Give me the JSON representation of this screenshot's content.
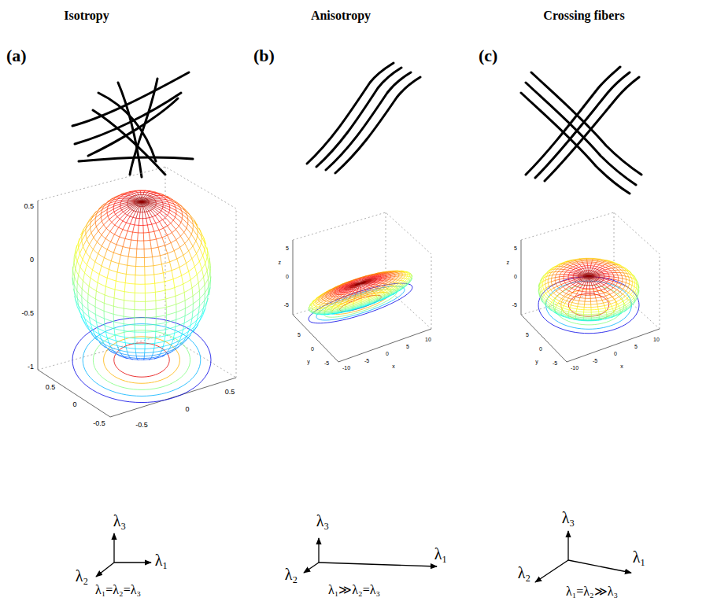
{
  "diagram": {
    "labels": [
      "Isotropy",
      "Anisotropy",
      "Crossing fibers",
      "(a)",
      "(b)",
      "(c)",
      "0.5",
      "0",
      "-0.5",
      "-1",
      "0.5",
      "0",
      "-0.5",
      "-0.5",
      "0",
      "0.5",
      "5",
      "0",
      "-5",
      "5",
      "0",
      "-5",
      "-10",
      "-5",
      "0",
      "5",
      "10",
      "z",
      "y",
      "x",
      "5",
      "0",
      "-5",
      "5",
      "0",
      "-5",
      "-10",
      "-5",
      "0",
      "5",
      "10",
      "z",
      "y",
      "x",
      "λ₃",
      "λ₂",
      "λ₁",
      "λ₁=λ₂=λ₃",
      "λ₃",
      "λ₂",
      "λ₁",
      "λ₁≫λ₂=λ₃",
      "λ₃",
      "λ₂",
      "λ₁",
      "λ₁=λ₂≫λ₃"
    ]
  }
}
